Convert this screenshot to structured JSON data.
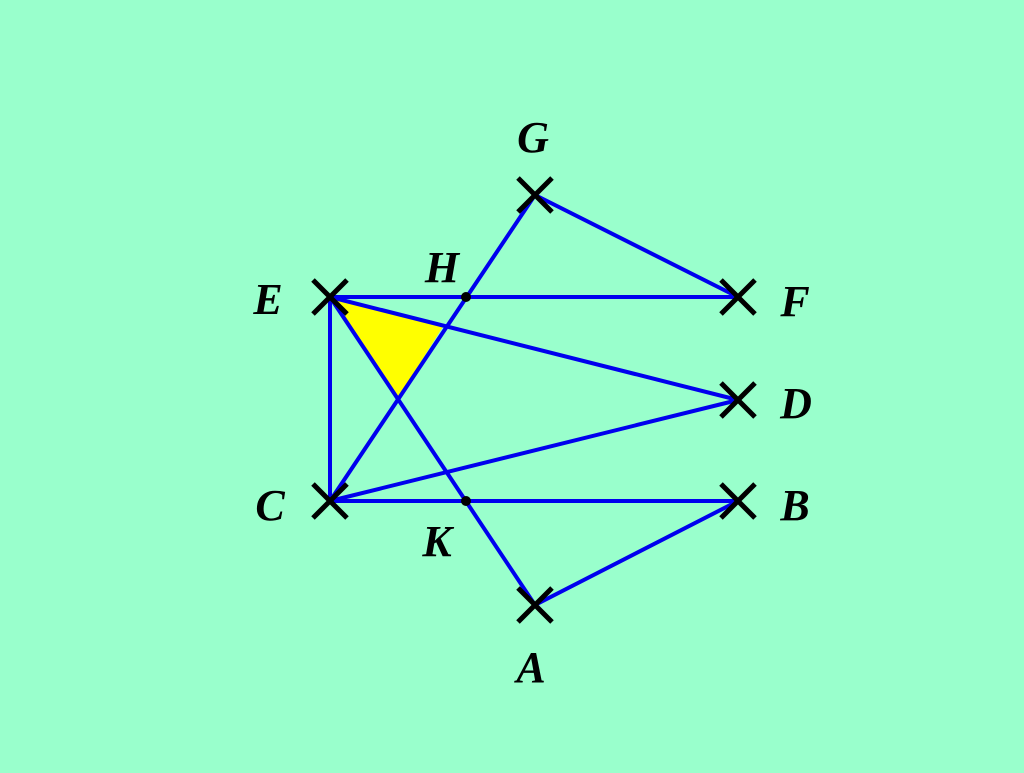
{
  "diagram": {
    "colors": {
      "background": "#99ffcc",
      "line": "#0000ee",
      "marker": "#000000",
      "fill": "#ffff00"
    },
    "points": {
      "G": "G",
      "H": "H",
      "E": "E",
      "F": "F",
      "D": "D",
      "C": "C",
      "B": "B",
      "K": "K",
      "A": "A"
    },
    "segments": [
      [
        "G",
        "F"
      ],
      [
        "E",
        "F"
      ],
      [
        "E",
        "D"
      ],
      [
        "E",
        "C"
      ],
      [
        "E",
        "A"
      ],
      [
        "C",
        "G"
      ],
      [
        "C",
        "D"
      ],
      [
        "C",
        "B"
      ],
      [
        "A",
        "B"
      ]
    ],
    "shaded_region": [
      "E",
      "intersection(E-D, C-G)",
      "intersection(E-A, C-G)"
    ]
  }
}
